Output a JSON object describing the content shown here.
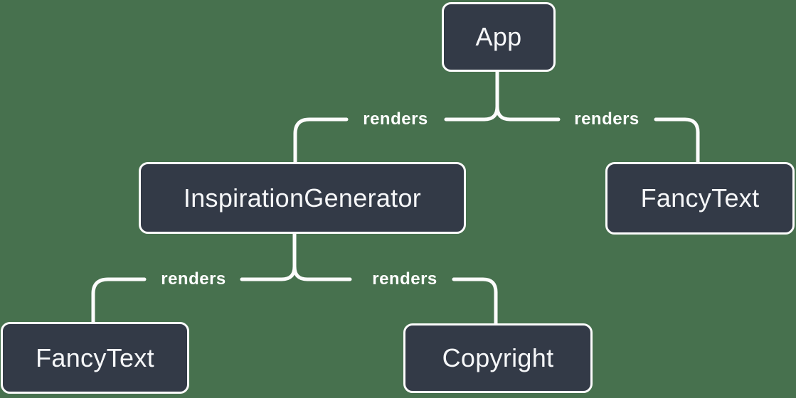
{
  "diagram": {
    "kind": "component-render-tree",
    "nodes": [
      {
        "id": "app",
        "label": "App"
      },
      {
        "id": "inspiration-generator",
        "label": "InspirationGenerator"
      },
      {
        "id": "fancy-text-top",
        "label": "FancyText"
      },
      {
        "id": "fancy-text-bottom",
        "label": "FancyText"
      },
      {
        "id": "copyright",
        "label": "Copyright"
      }
    ],
    "edges": [
      {
        "from": "app",
        "to": "inspiration-generator",
        "label": "renders"
      },
      {
        "from": "app",
        "to": "fancy-text-top",
        "label": "renders"
      },
      {
        "from": "inspiration-generator",
        "to": "fancy-text-bottom",
        "label": "renders"
      },
      {
        "from": "inspiration-generator",
        "to": "copyright",
        "label": "renders"
      }
    ],
    "colors": {
      "background": "#47714E",
      "node_fill": "#333A47",
      "node_border": "#FCFCFC",
      "node_text": "#F6F7F9",
      "line": "#FCFCFC",
      "edge_label_text": "#FFFFFF"
    }
  }
}
